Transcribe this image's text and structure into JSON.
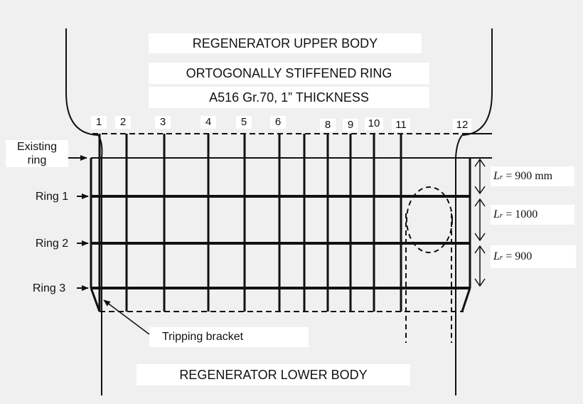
{
  "titles": {
    "upper_body": "REGENERATOR UPPER BODY",
    "ring_type": "ORTOGONALLY STIFFENED RING",
    "material": "A516 Gr.70, 1” THICKNESS",
    "lower_body": "REGENERATOR LOWER BODY"
  },
  "rings": {
    "existing_line1": "Existing",
    "existing_line2": "ring",
    "ring1": "Ring 1",
    "ring2": "Ring 2",
    "ring3": "Ring 3"
  },
  "stiffener_numbers": [
    "1",
    "2",
    "3",
    "4",
    "5",
    "6",
    "8",
    "9",
    "10",
    "11",
    "12"
  ],
  "spacings": [
    {
      "symbol": "L",
      "sub": "r",
      "value": " = 900 mm"
    },
    {
      "symbol": "L",
      "sub": "r",
      "value": " = 1000"
    },
    {
      "symbol": "L",
      "sub": "r",
      "value": " = 900"
    }
  ],
  "bracket": {
    "label": "Tripping bracket"
  }
}
